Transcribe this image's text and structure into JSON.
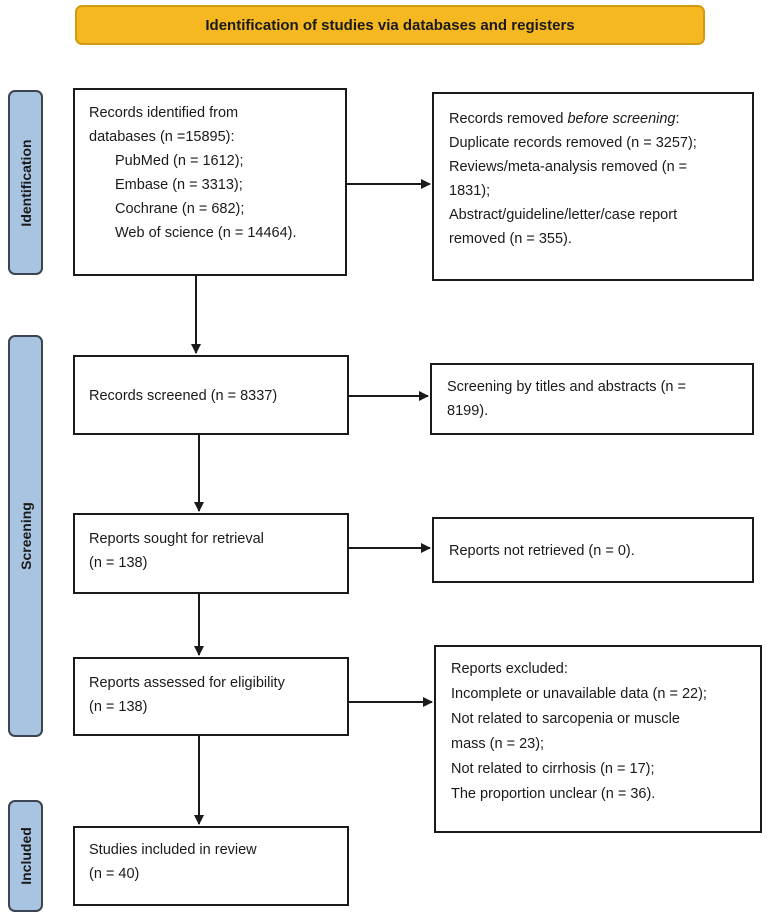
{
  "banner": {
    "title": "Identification of studies via databases and registers"
  },
  "phases": {
    "identification": "Identification",
    "screening": "Screening",
    "included": "Included"
  },
  "boxes": {
    "records_identified": {
      "line1": "Records identified from",
      "line2": "databases (n =15895):",
      "sources": [
        "PubMed (n = 1612);",
        "Embase (n = 3313);",
        "Cochrane (n = 682);",
        "Web of science (n = 14464)."
      ]
    },
    "records_removed": {
      "heading_prefix": "Records removed ",
      "heading_emph": "before screening",
      "heading_suffix": ":",
      "lines": [
        "Duplicate records removed (n = 3257);",
        "Reviews/meta-analysis removed (n =",
        "1831);",
        "Abstract/guideline/letter/case report",
        "removed (n = 355)."
      ]
    },
    "records_screened": {
      "text": "Records screened (n = 8337)"
    },
    "screening_excluded": {
      "line1": "Screening by titles and abstracts (n =",
      "line2": "8199)."
    },
    "reports_sought": {
      "line1": "Reports sought for retrieval",
      "line2": "(n = 138)"
    },
    "reports_not_retrieved": {
      "text": "Reports not retrieved (n = 0)."
    },
    "reports_assessed": {
      "line1": "Reports assessed for eligibility",
      "line2": "(n = 138)"
    },
    "reports_excluded": {
      "heading": "Reports excluded:",
      "lines": [
        "Incomplete or unavailable data (n = 22);",
        "Not related to sarcopenia or muscle",
        "mass (n = 23);",
        "Not related to cirrhosis (n = 17);",
        "The proportion unclear (n = 36)."
      ]
    },
    "studies_included": {
      "line1": "Studies included in review",
      "line2": "(n = 40)"
    }
  },
  "colors": {
    "banner_fill": "#f6b820",
    "phase_fill": "#a8c4e0",
    "box_border": "#1a1a1a"
  }
}
